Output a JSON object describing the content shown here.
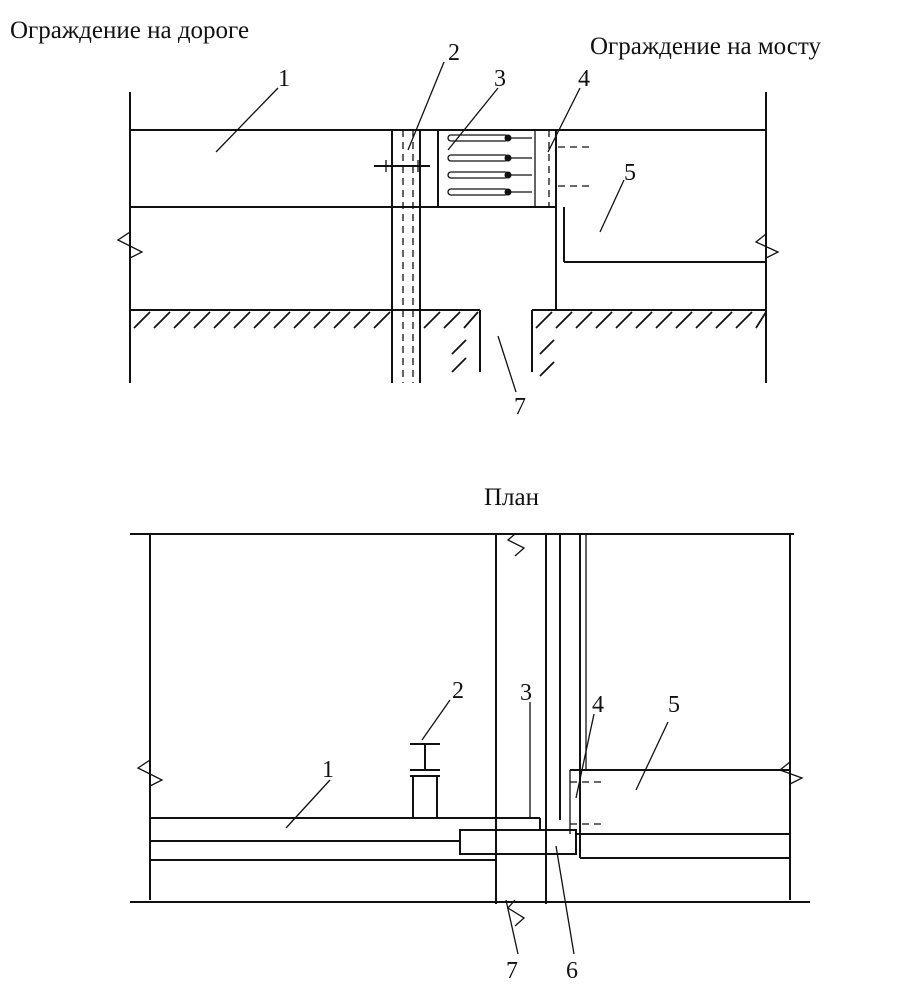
{
  "titles": {
    "road_guardrail": "Ограждение на дороге",
    "bridge_guardrail": "Ограждение на мосту",
    "plan": "План"
  },
  "elevation_labels": {
    "n1": "1",
    "n2": "2",
    "n3": "3",
    "n4": "4",
    "n5": "5",
    "n7": "7"
  },
  "plan_labels": {
    "n1": "1",
    "n2": "2",
    "n3": "3",
    "n4": "4",
    "n5": "5",
    "n6": "6",
    "n7": "7"
  }
}
